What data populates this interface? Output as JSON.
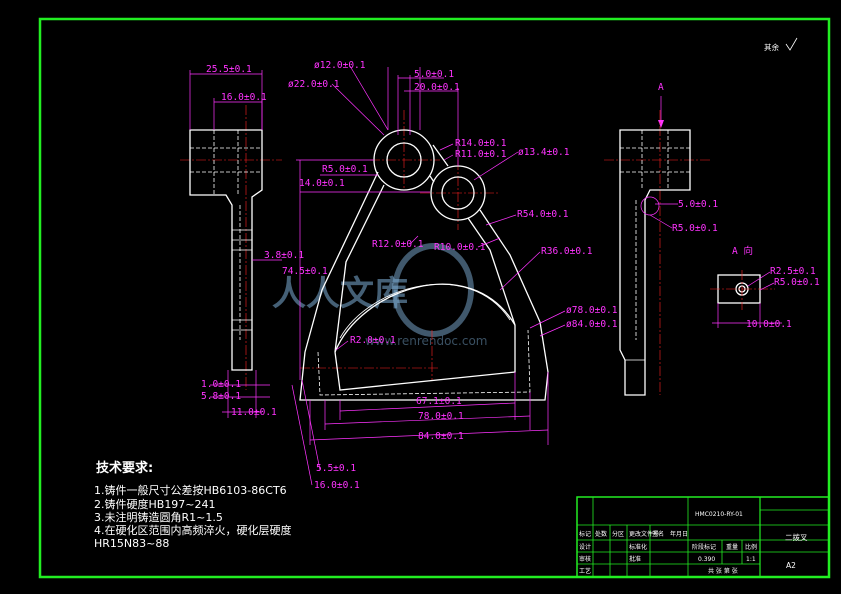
{
  "dims": {
    "d_25_5": "25.5±0.1",
    "d_16": "16.0±0.1",
    "d_3_8": "3.8±0.1",
    "d_74_5": "74.5±0.1",
    "d_1_0": "1.0±0.1",
    "d_5_8": "5.8±0.1",
    "d_11": "11.0±0.1",
    "phi_12": "ø12.0±0.1",
    "phi_22": "ø22.0±0.1",
    "d_5_0": "5.0±0.1",
    "d_20": "20.0±0.1",
    "r_5": "R5.0±0.1",
    "d_14": "14.0±0.1",
    "r_14": "R14.0±0.1",
    "r_11": "R11.0±0.1",
    "phi_13_4": "ø13.4±0.1",
    "r_54": "R54.0±0.1",
    "r_12": "R12.0±0.1",
    "r_10": "R10.0±0.1",
    "r_36": "R36.0±0.1",
    "phi_78": "ø78.0±0.1",
    "phi_84": "ø84.0±0.1",
    "r_2": "R2.0±0.1",
    "d_67_1": "67.1±0.1",
    "d_78": "78.0±0.1",
    "d_84": "84.0±0.1",
    "d_5_5": "5.5±0.1",
    "d_16b": "16.0±0.1",
    "a_label": "A",
    "d_5_0b": "5.0±0.1",
    "r_5b": "R5.0±0.1",
    "a_view": "A 向",
    "r_2_5": "R2.5±0.1",
    "r_5c": "R5.0±0.1",
    "d_10": "10.0±0.1"
  },
  "surface_note": "其余",
  "notes": {
    "heading": "技术要求:",
    "lines": [
      "1.铸件一般尺寸公差按HB6103-86CT6",
      "2.铸件硬度HB197~241",
      "3.未注明铸造圆角R1~1.5",
      "4.在硬化区范围内高频淬火，硬化层硬度",
      "HR15N83~88"
    ]
  },
  "title_block": {
    "drawing_no": "HMC0210-RY-01",
    "part_name": "二拨叉",
    "sheet_size": "A2",
    "scale": "1:1",
    "weight": "0.390",
    "cells": [
      "标记",
      "处数",
      "分区",
      "更改文件号",
      "签名",
      "年月日",
      "设计",
      "标准化",
      "审核",
      "工艺",
      "批准",
      "阶段标记",
      "重量",
      "比例",
      "共 张 第 张"
    ]
  },
  "watermark": {
    "text": "人人文库",
    "url": "www.renrendoc.com"
  }
}
